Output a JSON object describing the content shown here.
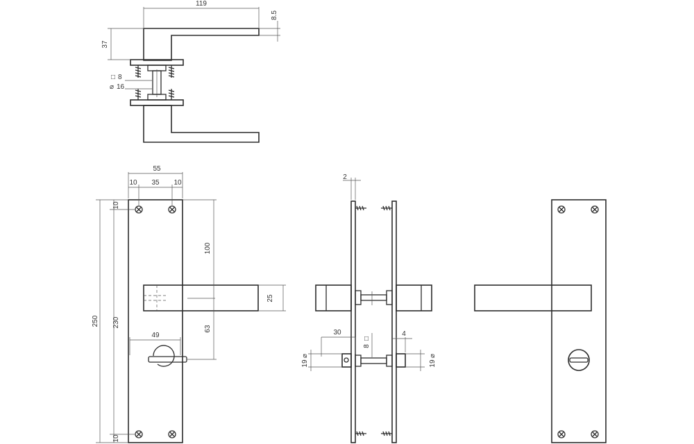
{
  "dimensions": {
    "top_view": {
      "lever_length": "119",
      "lever_thickness": "8.5",
      "projection": "37",
      "spindle_square_symbol": "□",
      "spindle_square": "8",
      "rose_diameter_symbol": "⌀",
      "rose_diameter": "16"
    },
    "front_view": {
      "plate_width": "55",
      "hole_margin_left": "10",
      "hole_spacing": "35",
      "hole_margin_right": "10",
      "plate_height": "250",
      "hole_distance": "230",
      "top_hole_offset": "10",
      "bottom_hole_offset": "10",
      "handle_to_top": "100",
      "handle_height": "25",
      "handle_to_turn": "63",
      "turn_width": "49"
    },
    "side_view": {
      "plate_thickness": "2",
      "turn_projection": "30",
      "spindle_square_symbol": "□",
      "spindle_square": "8",
      "indicator_offset": "4",
      "diameter_symbol": "⌀",
      "turn_diameter": "19",
      "indicator_diameter": "19"
    }
  }
}
